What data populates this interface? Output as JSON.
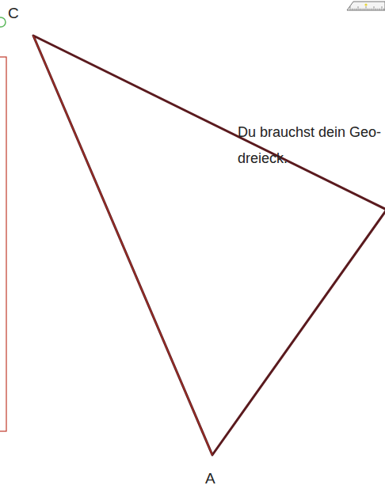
{
  "diagram": {
    "labels": [
      "C",
      "Du brauchst dein Geo- dreieck.",
      "A"
    ]
  }
}
